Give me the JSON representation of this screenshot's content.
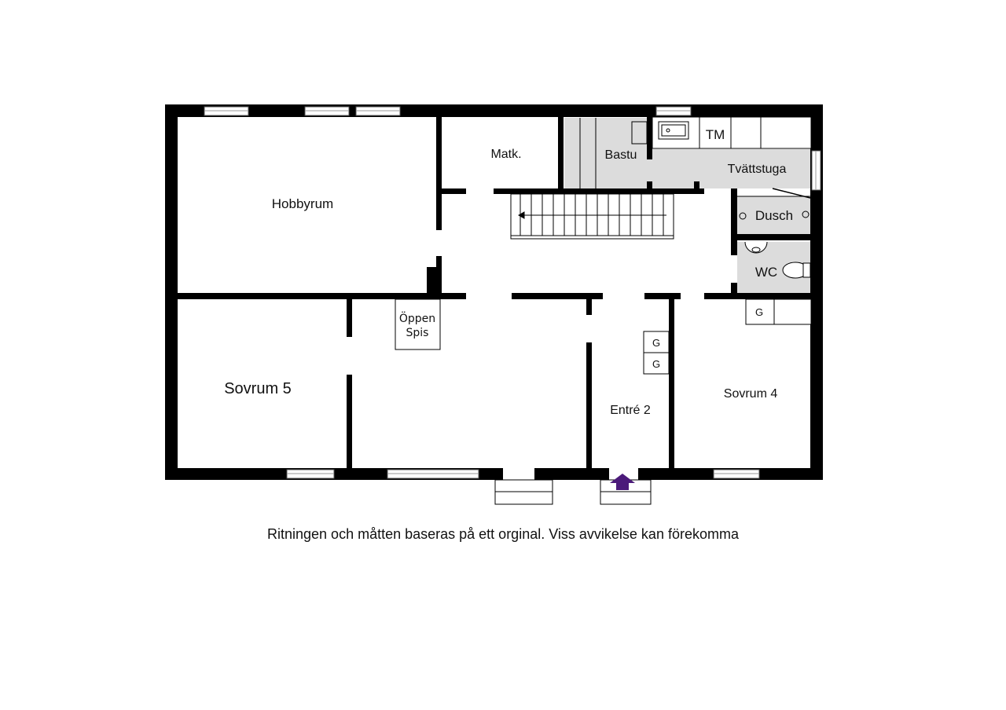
{
  "floorplan": {
    "rooms": {
      "hobbyrum": "Hobbyrum",
      "matk": "Matk.",
      "bastu": "Bastu",
      "tm": "TM",
      "tvattstuga": "Tvättstuga",
      "dusch": "Dusch",
      "wc": "WC",
      "oppen_spis_line1": "Öppen",
      "oppen_spis_line2": "Spis",
      "sovrum5": "Sovrum 5",
      "entre2": "Entré 2",
      "sovrum4": "Sovrum 4"
    },
    "wardrobe_label": "G",
    "entrance_arrow": "entrance-arrow-icon",
    "colors": {
      "wall": "#000000",
      "wet_room": "#dcdcdc",
      "entrance_arrow": "#4b1a7a"
    }
  },
  "caption": "Ritningen och måtten baseras på ett orginal. Viss avvikelse kan förekomma"
}
